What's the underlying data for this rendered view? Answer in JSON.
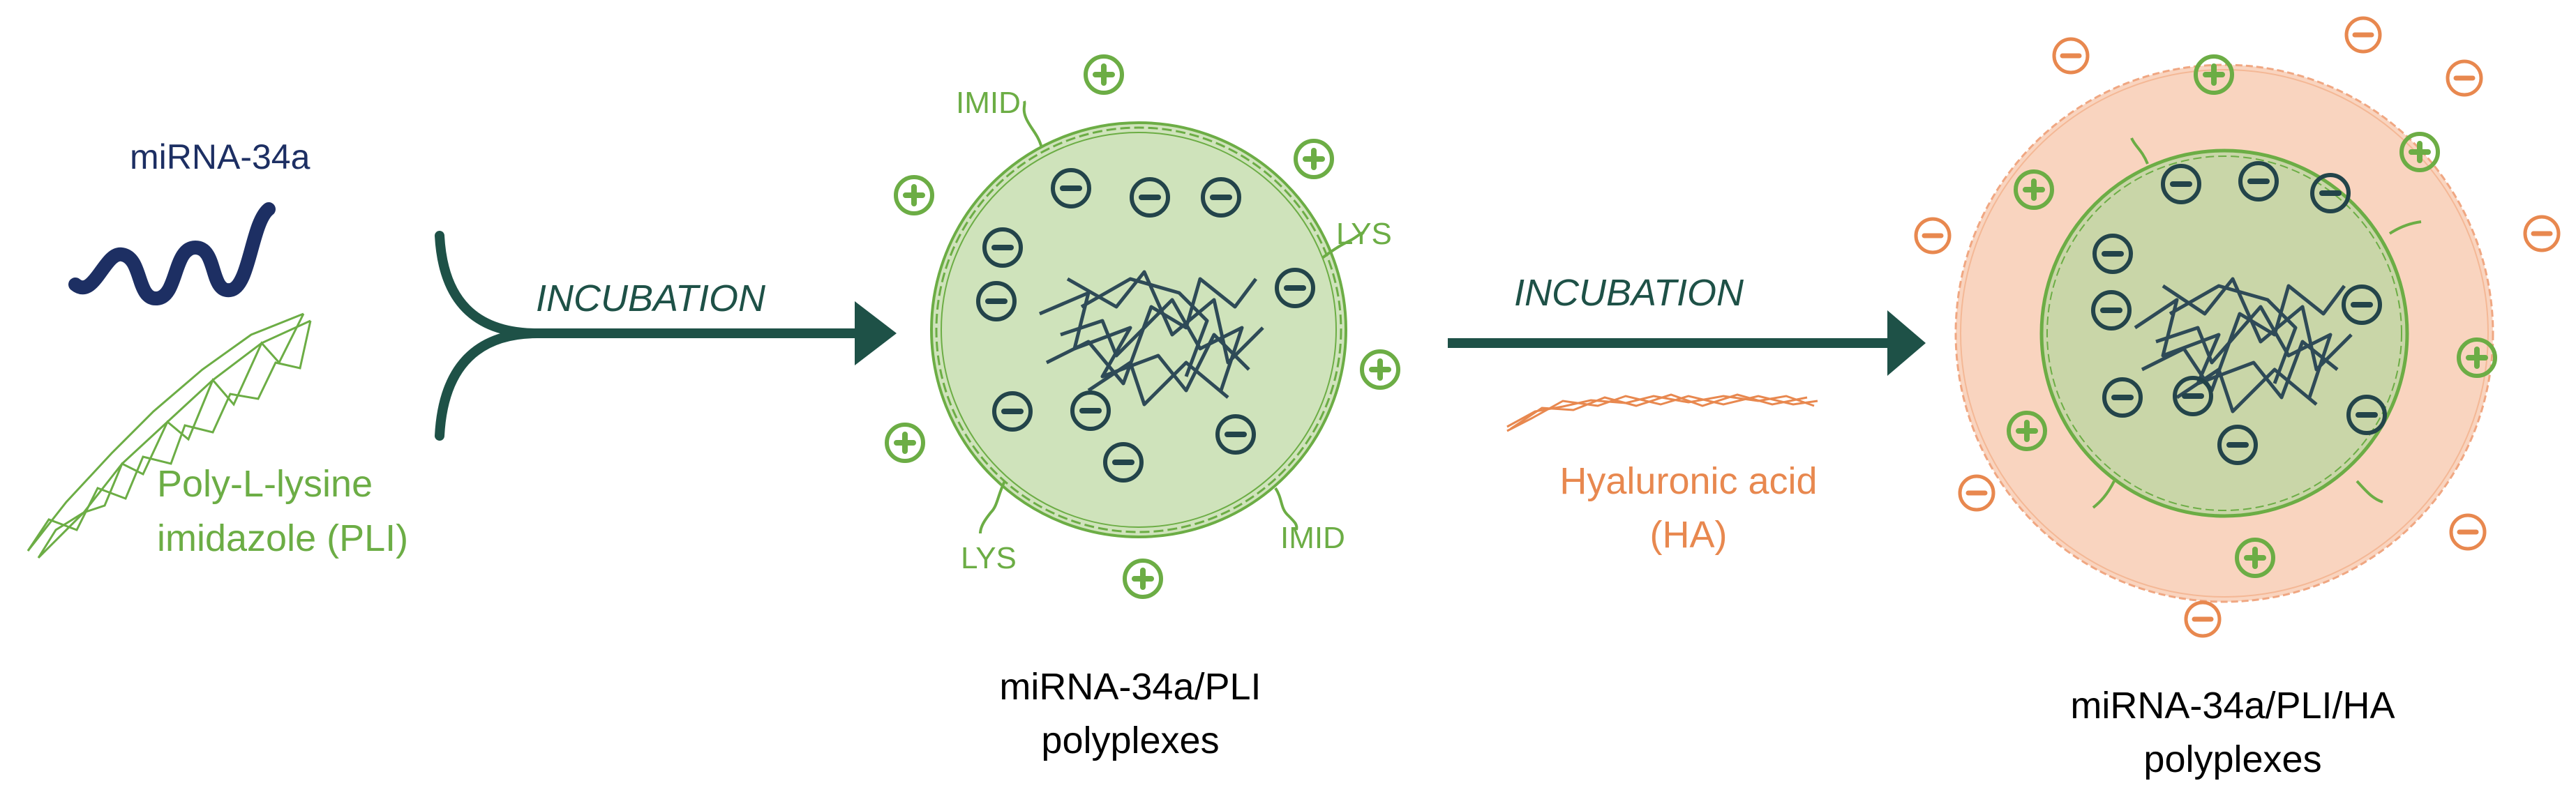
{
  "colors": {
    "mirna": "#1d2f63",
    "pli": "#6cad45",
    "dark_teal": "#1e5147",
    "ha": "#e8884f",
    "core_fill": "#cfe3bb",
    "core_fill_inner": "#c9d6a8",
    "ha_fill": "#f9d4bf",
    "strand": "#2e4a57"
  },
  "reactants": {
    "mirna_label": "miRNA-34a",
    "pli_label_line1": "Poly-L-lysine",
    "pli_label_line2": "imidazole (PLI)"
  },
  "step1": {
    "arrow_label": "INCUBATION"
  },
  "polyplex1": {
    "imid_top": "IMID",
    "lys_right": "LYS",
    "lys_bottom": "LYS",
    "imid_bottom": "IMID",
    "caption_line1": "miRNA-34a/PLI",
    "caption_line2": "polyplexes"
  },
  "step2": {
    "arrow_label": "INCUBATION",
    "reagent_line1": "Hyaluronic acid",
    "reagent_line2": "(HA)"
  },
  "polyplex2": {
    "caption_line1": "miRNA-34a/PLI/HA",
    "caption_line2": "polyplexes"
  },
  "symbols": {
    "positive": "plus-charge",
    "negative": "minus-charge"
  }
}
